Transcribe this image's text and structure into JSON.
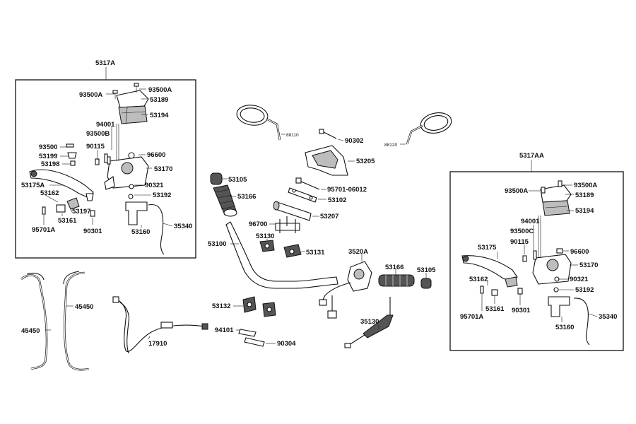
{
  "frames": {
    "left_group": "5317A",
    "right_group": "5317AA"
  },
  "callouts": {
    "left": {
      "p93500A_a": "93500A",
      "p93500A_b": "93500A",
      "p53189": "53189",
      "p53194": "53194",
      "p94001": "94001",
      "p93500B": "93500B",
      "p93500": "93500",
      "p90115": "90115",
      "p96600": "96600",
      "p53199": "53199",
      "p53198": "53198",
      "p53170": "53170",
      "p53175A": "53175A",
      "p53162": "53162",
      "p90321": "90321",
      "p53192": "53192",
      "p53197": "53197",
      "p53161": "53161",
      "p95701A": "95701A",
      "p90301": "90301",
      "p53160": "53160",
      "p35340": "35340"
    },
    "right": {
      "p93500A_a": "93500A",
      "p93500A_b": "93500A",
      "p53189": "53189",
      "p53194": "53194",
      "p94001": "94001",
      "p93500C": "93500C",
      "p90115": "90115",
      "p96600": "96600",
      "p53175": "53175",
      "p53170": "53170",
      "p53162": "53162",
      "p90321": "90321",
      "p53192": "53192",
      "p95701A": "95701A",
      "p53161": "53161",
      "p90301": "90301",
      "p53160": "53160",
      "p35340": "35340"
    },
    "center": {
      "p88110": "88110",
      "p90302": "90302",
      "p88120": "88120",
      "p53205": "53205",
      "p53105_a": "53105",
      "p53166_a": "53166",
      "p95701_06012": "95701-06012",
      "p53102": "53102",
      "p53207": "53207",
      "p96700": "96700",
      "p53130": "53130",
      "p53100": "53100",
      "p53131": "53131",
      "p3520A": "3520A",
      "p53166_b": "53166",
      "p53105_b": "53105",
      "p53132": "53132",
      "p94101": "94101",
      "p90304": "90304",
      "p35130": "35130",
      "p45450_a": "45450",
      "p45450_b": "45450",
      "p17910": "17910"
    }
  }
}
